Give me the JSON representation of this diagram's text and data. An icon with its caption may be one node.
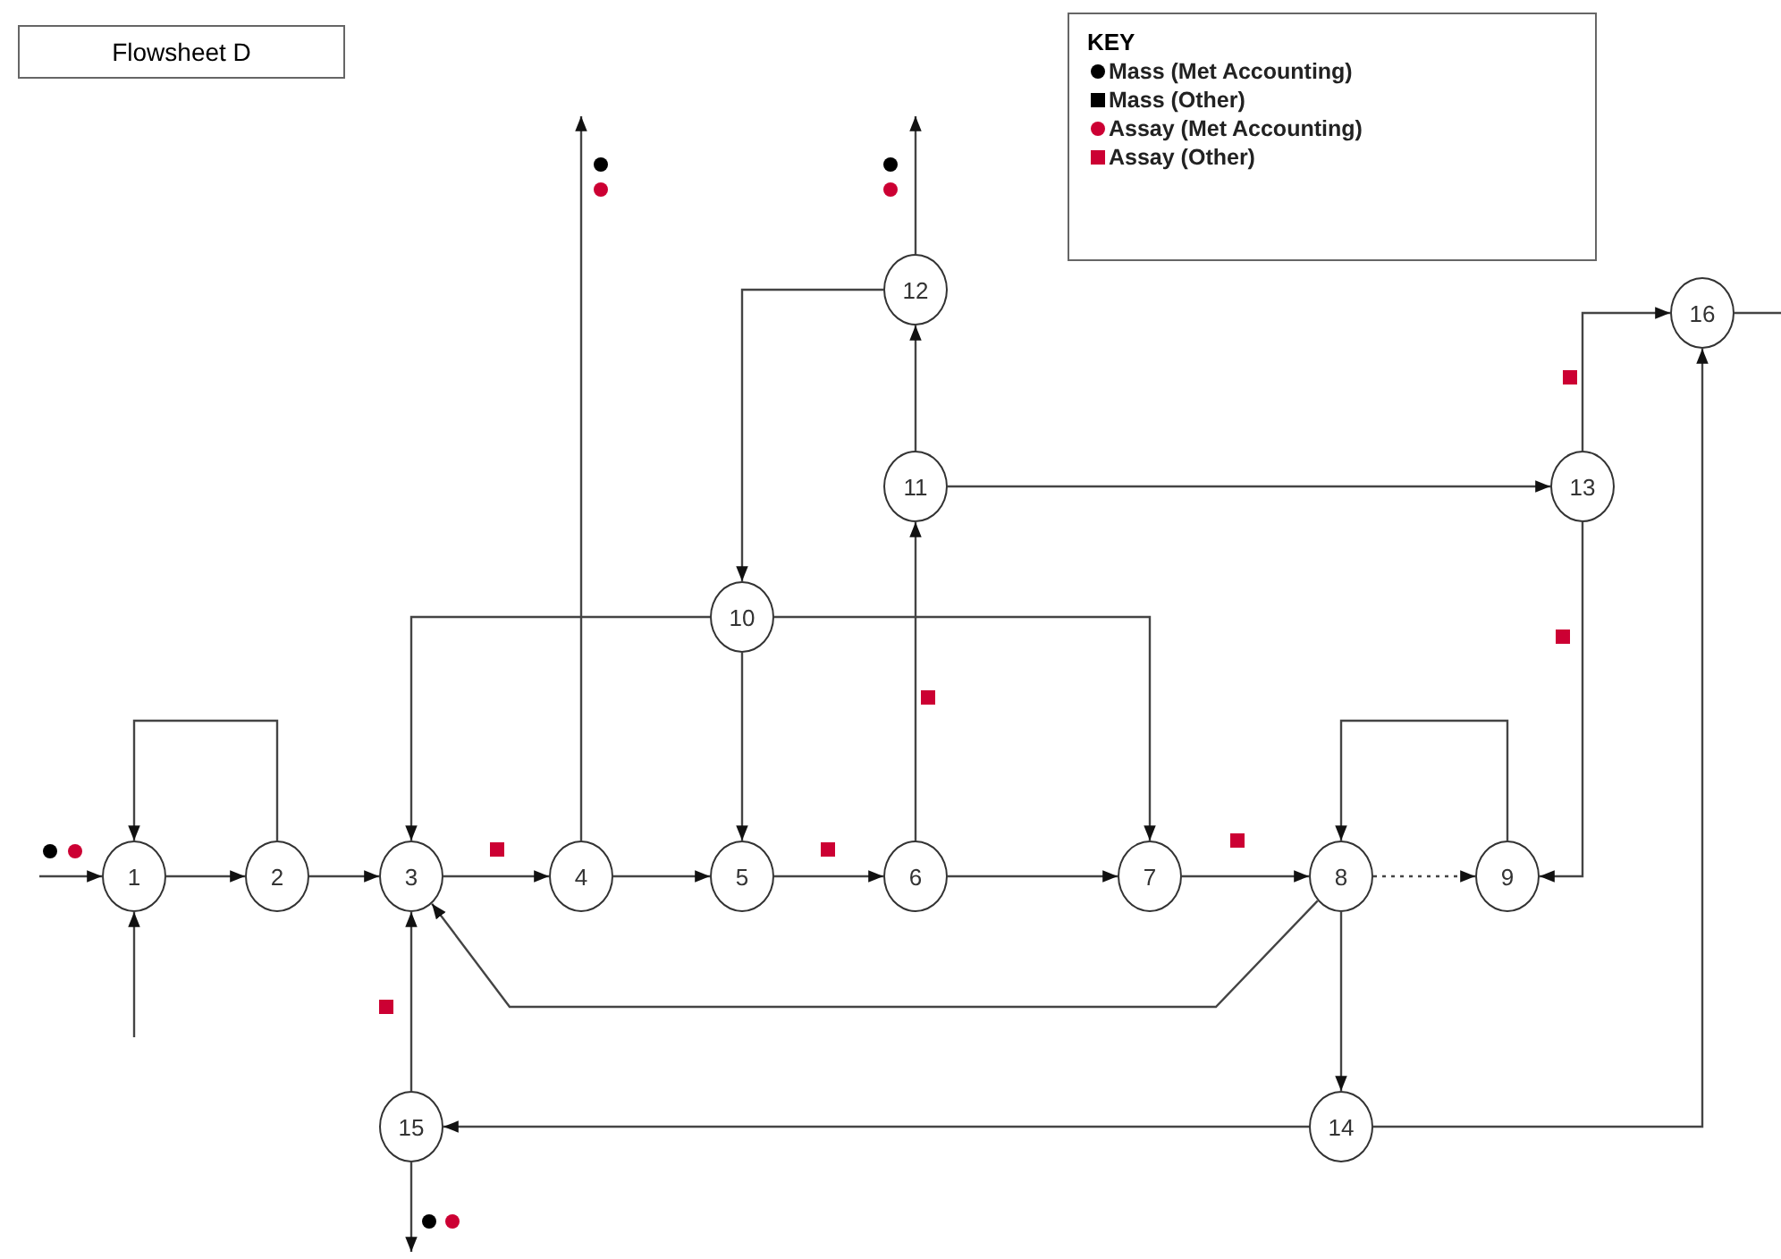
{
  "diagram": {
    "title": "Flowsheet D",
    "nodes": [
      {
        "text": [
          "1"
        ]
      },
      {
        "text": [
          "2"
        ]
      },
      {
        "text": [
          "3"
        ]
      },
      {
        "text": [
          "4"
        ]
      },
      {
        "text": [
          "5"
        ]
      },
      {
        "text": [
          "6"
        ]
      },
      {
        "text": [
          "7"
        ]
      },
      {
        "text": [
          "8"
        ]
      },
      {
        "text": [
          "9"
        ]
      },
      {
        "text": [
          "10"
        ]
      },
      {
        "text": [
          "11"
        ]
      },
      {
        "text": [
          "12"
        ]
      },
      {
        "text": [
          "13"
        ]
      },
      {
        "text": [
          "14"
        ]
      },
      {
        "text": [
          "15"
        ]
      },
      {
        "text": [
          "16"
        ]
      }
    ],
    "edges": [
      {
        "from": null,
        "to": 0,
        "arrow": "to"
      },
      {
        "from": null,
        "to": 0,
        "arrow": "to"
      },
      {
        "from": 0,
        "to": 1,
        "arrow": "to"
      },
      {
        "from": 1,
        "to": 0,
        "arrow": "to"
      },
      {
        "from": 1,
        "to": 2,
        "arrow": "to"
      },
      {
        "from": 2,
        "to": 3,
        "arrow": "to"
      },
      {
        "from": 3,
        "to": null,
        "arrow": "to"
      },
      {
        "from": 3,
        "to": 4,
        "arrow": "to"
      },
      {
        "from": 9,
        "to": 2,
        "arrow": "to"
      },
      {
        "from": 9,
        "to": 4,
        "arrow": "to"
      },
      {
        "from": 9,
        "to": 6,
        "arrow": "to"
      },
      {
        "from": 4,
        "to": 5,
        "arrow": "to"
      },
      {
        "from": 5,
        "to": 6,
        "arrow": "to"
      },
      {
        "from": 5,
        "to": 10,
        "arrow": "to"
      },
      {
        "from": 10,
        "to": 11,
        "arrow": "to"
      },
      {
        "from": 11,
        "to": 9,
        "arrow": "to"
      },
      {
        "from": 11,
        "to": null,
        "arrow": "to"
      },
      {
        "from": 10,
        "to": 12,
        "arrow": "to"
      },
      {
        "from": 12,
        "to": 15,
        "arrow": "to"
      },
      {
        "from": 12,
        "to": 8,
        "arrow": "to"
      },
      {
        "from": 6,
        "to": 7,
        "arrow": "to"
      },
      {
        "from": 7,
        "to": 8,
        "arrow": "to",
        "style": "dashed"
      },
      {
        "from": 8,
        "to": 7,
        "arrow": "to"
      },
      {
        "from": 7,
        "to": 2,
        "arrow": "to"
      },
      {
        "from": 7,
        "to": 13,
        "arrow": "to"
      },
      {
        "from": 13,
        "to": 14,
        "arrow": "to"
      },
      {
        "from": 13,
        "to": 15,
        "arrow": "to"
      },
      {
        "from": 14,
        "to": 2,
        "arrow": "to"
      },
      {
        "from": 14,
        "to": null,
        "arrow": "to"
      },
      {
        "from": 15,
        "to": null,
        "arrow": "none"
      }
    ],
    "labels": [
      "KEY"
    ],
    "legend": [
      {
        "text": "Mass (Met Accounting)",
        "color": "#000000"
      },
      {
        "text": "Mass (Other)",
        "color": "#000000"
      },
      {
        "text": "Assay (Met Accounting)",
        "color": "#cc0033"
      },
      {
        "text": "Assay (Other)",
        "color": "#cc0033"
      }
    ]
  }
}
